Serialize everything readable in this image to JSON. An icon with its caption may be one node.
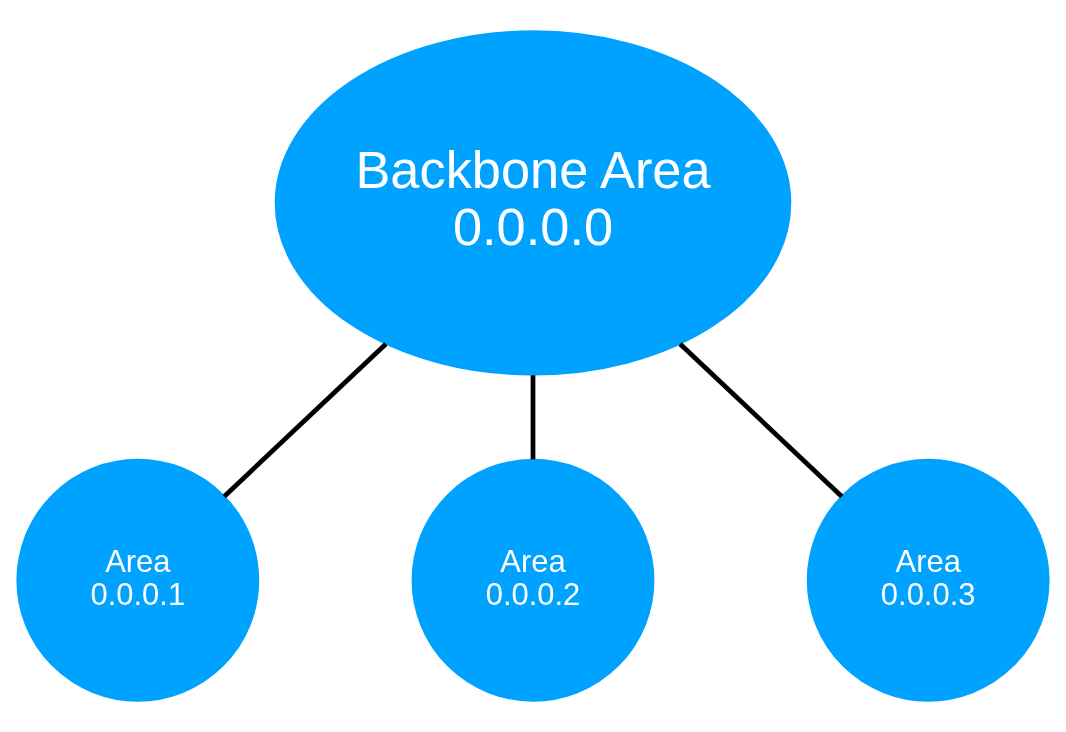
{
  "diagram": {
    "nodes": [
      {
        "text": [
          "Backbone Area",
          "0.0.0.0"
        ]
      },
      {
        "text": [
          "Area",
          "0.0.0.1"
        ]
      },
      {
        "text": [
          "Area",
          "0.0.0.2"
        ]
      },
      {
        "text": [
          "Area",
          "0.0.0.3"
        ]
      }
    ],
    "edges": [
      {
        "from": 0,
        "to": 1,
        "arrow": "none"
      },
      {
        "from": 0,
        "to": 2,
        "arrow": "none"
      },
      {
        "from": 0,
        "to": 3,
        "arrow": "none"
      }
    ]
  }
}
